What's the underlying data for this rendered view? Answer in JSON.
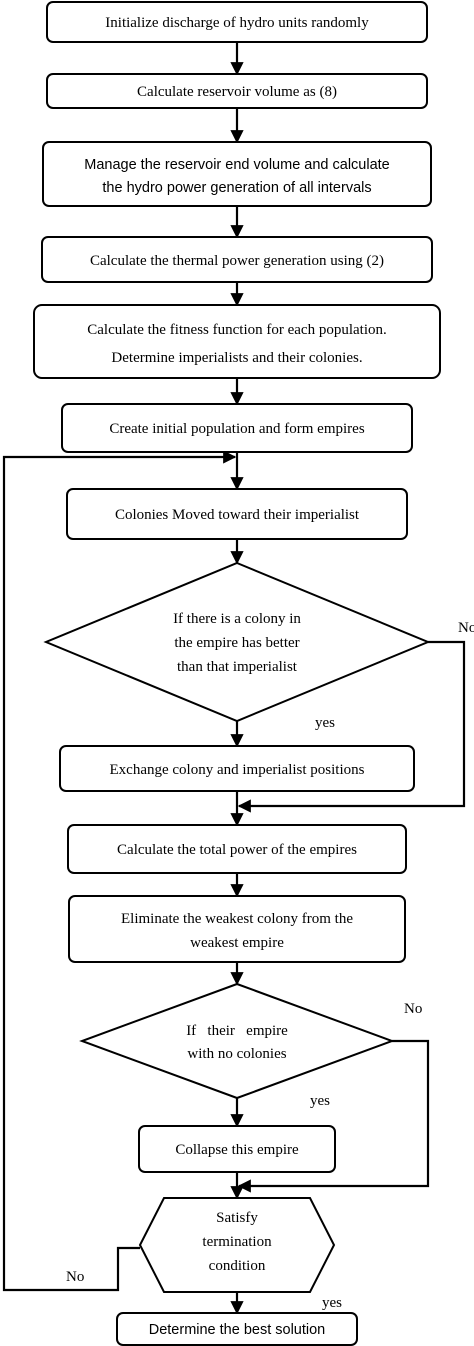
{
  "steps": {
    "s1": "Initialize discharge of hydro units randomly",
    "s2": "Calculate reservoir volume as (8)",
    "s3_l1": "Manage the reservoir end volume and calculate",
    "s3_l2": "the hydro power generation of all intervals",
    "s4": "Calculate the thermal power generation using (2)",
    "s5_l1": "Calculate the fitness function for each population.",
    "s5_l2": "Determine imperialists and their colonies.",
    "s6": "Create initial population and form empires",
    "s7": "Colonies Moved toward their imperialist",
    "s9": "Exchange colony and imperialist positions",
    "s10": "Calculate the total power of the empires",
    "s11_l1": "Eliminate the weakest colony from the",
    "s11_l2": "weakest empire",
    "s13": "Collapse this empire",
    "s15": "Determine the best solution"
  },
  "decisions": {
    "d1_l1": "If there is a colony in",
    "d1_l2": "the empire has better",
    "d1_l3": "than that imperialist",
    "d2_l1": "If   their   empire",
    "d2_l2": "with no colonies",
    "d3_l1": "Satisfy",
    "d3_l2": "termination",
    "d3_l3": "condition"
  },
  "branch_labels": {
    "d1_no": "No",
    "d1_yes": "yes",
    "d2_no": "No",
    "d2_yes": "yes",
    "d3_no": "No",
    "d3_yes": "yes"
  }
}
